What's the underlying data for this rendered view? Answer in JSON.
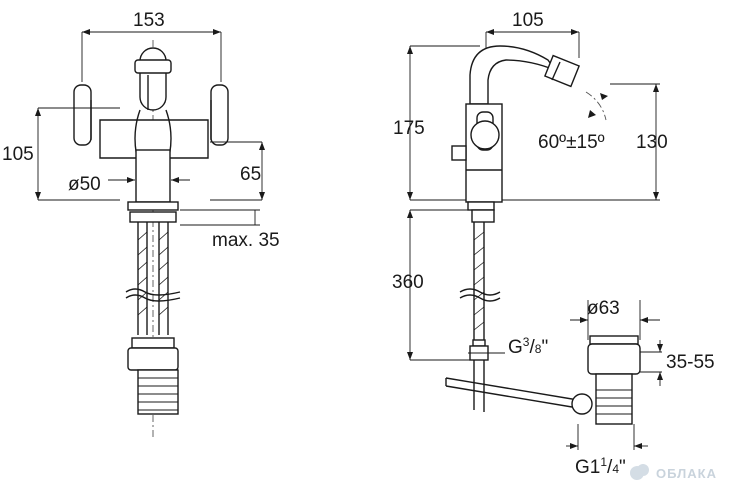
{
  "dimensions": {
    "left_width": "153",
    "left_height": "105",
    "left_diameter": "ø50",
    "left_handle_height": "65",
    "left_max": "max. 35",
    "right_width": "105",
    "right_height": "175",
    "right_angle": "60º±15º",
    "right_spout_height": "130",
    "right_hose_length": "360",
    "right_waste_diameter": "ø63",
    "right_waste_range": "35-55"
  },
  "threads": {
    "inlet_main": "G",
    "inlet_num": "3",
    "inlet_den": "8",
    "inlet_mark": "\"",
    "waste_main": "G1",
    "waste_num": "1",
    "waste_den": "4",
    "waste_mark": "\""
  },
  "watermark": {
    "text": "ОБЛАКА",
    "icon": "cloud-logo-icon"
  }
}
